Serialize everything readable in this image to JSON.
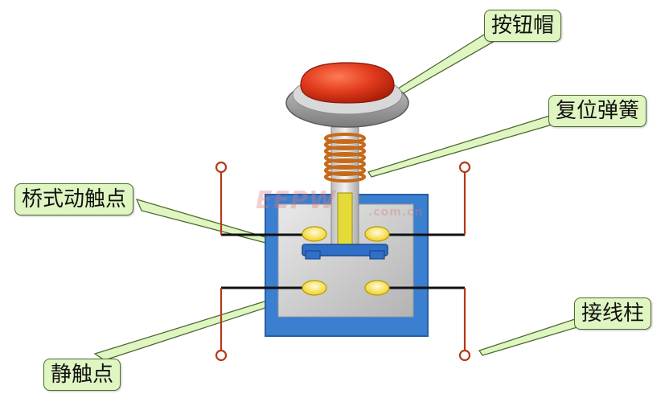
{
  "labels": {
    "button_cap": "按钮帽",
    "return_spring": "复位弹簧",
    "bridge_contact": "桥式动触点",
    "static_contact": "静触点",
    "terminal": "接线柱"
  },
  "watermark": {
    "logo": "EEPW",
    "domain": ".com.cn"
  },
  "colors": {
    "cap": "#e03a1c",
    "housing": "#3a7fd0",
    "spring": "#c56a1a",
    "callout_fill": "#dff5c2",
    "terminal_wire": "#b23a18"
  }
}
